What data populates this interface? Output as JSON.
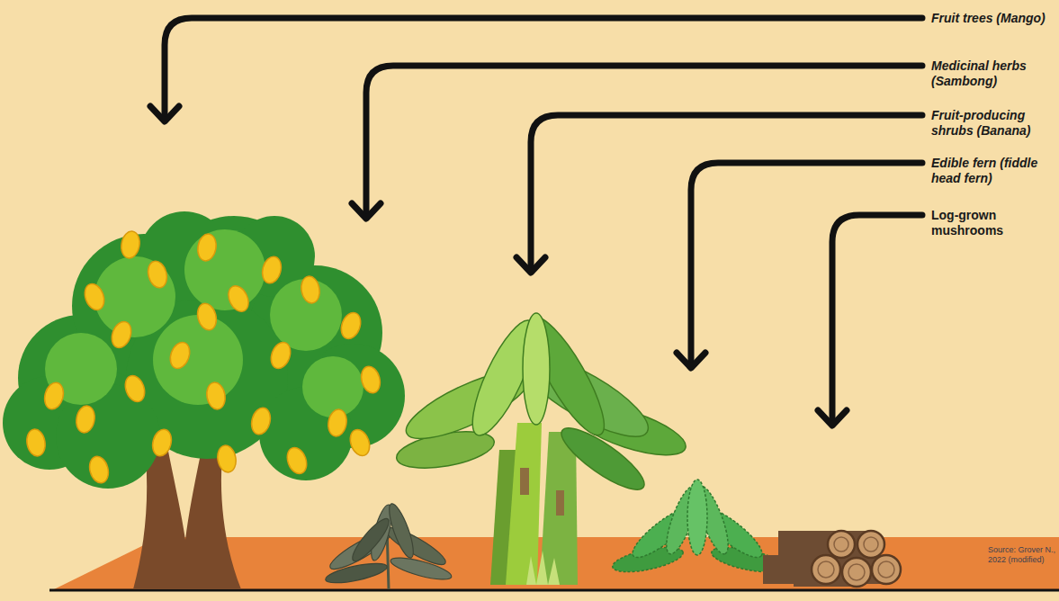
{
  "diagram": {
    "labels": [
      "Fruit trees (Mango)",
      "Medicinal herbs (Sambong)",
      "Fruit-producing shrubs (Banana)",
      "Edible fern (fiddle head fern)",
      "Log-grown mushrooms",
      "Source: Grover N., 2022 (modified)"
    ]
  }
}
